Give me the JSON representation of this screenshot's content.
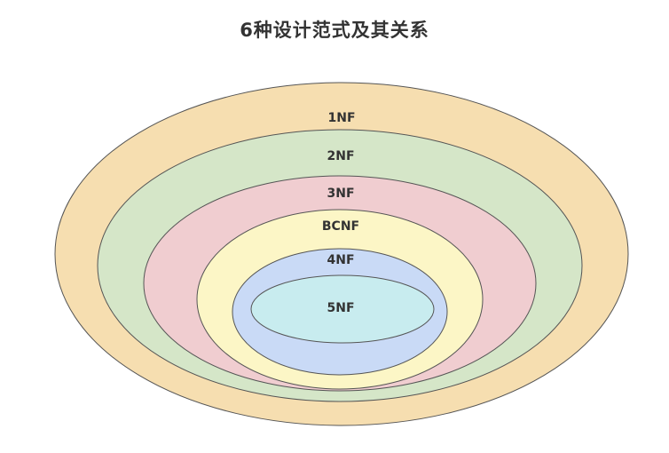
{
  "title": "6种设计范式及其关系",
  "levels": [
    {
      "label": "1NF",
      "color": "#f6deb0"
    },
    {
      "label": "2NF",
      "color": "#d5e6c8"
    },
    {
      "label": "3NF",
      "color": "#f0cdd0"
    },
    {
      "label": "BCNF",
      "color": "#fcf6c6"
    },
    {
      "label": "4NF",
      "color": "#c9daf6"
    },
    {
      "label": "5NF",
      "color": "#c8ecef"
    }
  ]
}
